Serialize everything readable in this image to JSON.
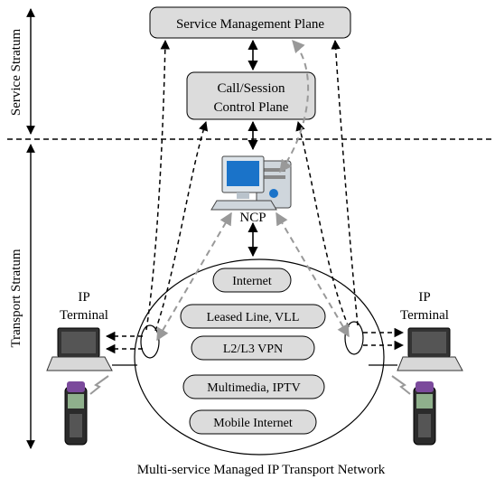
{
  "strata": {
    "service": "Service Stratum",
    "transport": "Transport Stratum"
  },
  "planes": {
    "service_management": "Service Management Plane",
    "call_session_line1": "Call/Session",
    "call_session_line2": "Control Plane"
  },
  "ncp": {
    "label": "NCP"
  },
  "terminals": {
    "left": {
      "line1": "IP",
      "line2": "Terminal"
    },
    "right": {
      "line1": "IP",
      "line2": "Terminal"
    }
  },
  "services": [
    "Internet",
    "Leased Line, VLL",
    "L2/L3 VPN",
    "Multimedia, IPTV",
    "Mobile Internet"
  ],
  "network": {
    "caption": "Multi-service Managed IP Transport Network"
  },
  "colors": {
    "box_fill": "#dcdcdc",
    "gray_arrow": "#999999",
    "black": "#000000",
    "monitor_screen": "#1a73c9",
    "phone_purple": "#7b4a9c"
  },
  "icons": {
    "ncp": "desktop-computer-icon",
    "terminal": "laptop-icon",
    "mobile": "mobile-phone-icon"
  }
}
